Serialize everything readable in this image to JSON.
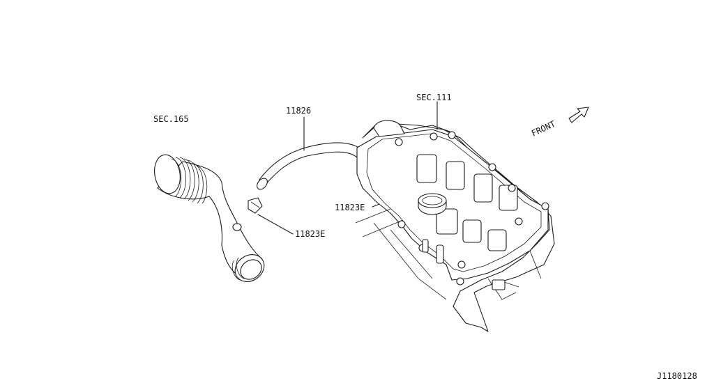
{
  "labels": {
    "sec165": "SEC.165",
    "sec111": "SEC.111",
    "hose": "11826",
    "clamp_right": "11823E",
    "clamp_left": "11823E",
    "front": "FRONT",
    "diagram_id": "J1180128"
  },
  "colors": {
    "line": "#1a1a1a",
    "background": "#ffffff"
  }
}
